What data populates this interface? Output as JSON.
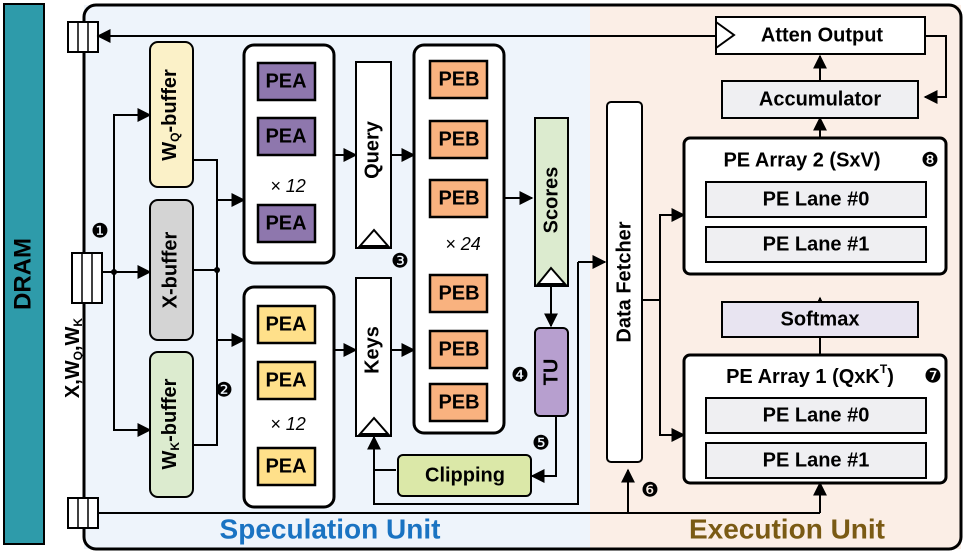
{
  "dram_label": "DRAM",
  "input_label": "X,W Q,W K",
  "input_label_parts": {
    "x": "X,W",
    "q_sub": "Q",
    "sep": ",W",
    "k_sub": "K"
  },
  "speculation_unit": {
    "title": "Speculation Unit",
    "wq_buffer": {
      "base": "W",
      "sub": "Q",
      "suffix": "-buffer"
    },
    "x_buffer": "X-buffer",
    "wk_buffer": {
      "base": "W",
      "sub": "K",
      "suffix": "-buffer"
    },
    "pea_label": "PEA",
    "pea_top_repeat": "× 12",
    "pea_bottom_repeat": "× 12",
    "query": "Query",
    "keys": "Keys",
    "peb_label": "PEB",
    "peb_repeat": "× 24",
    "scores": "Scores",
    "tu": "TU",
    "clipping": "Clipping"
  },
  "execution_unit": {
    "title": "Execution Unit",
    "data_fetcher": "Data Fetcher",
    "atten_output": "Atten Output",
    "accumulator": "Accumulator",
    "pe_array_2": "PE Array 2 (SxV)",
    "pe_array_1": {
      "base": "PE Array 1 (QxK",
      "sup": "T",
      "suffix": ")"
    },
    "lane0": "PE Lane #0",
    "lane1": "PE Lane #1",
    "softmax": "Softmax"
  },
  "step_markers": [
    "❶",
    "❷",
    "❸",
    "❹",
    "❺",
    "❻",
    "❼",
    "❽"
  ],
  "colors": {
    "dram": "#2e9baa",
    "speculation_bg": "#eef4fb",
    "execution_bg": "#fbeee6",
    "speculation_title": "#1a73c2",
    "execution_title": "#7a5a14",
    "wq_buffer": "#fbf1c8",
    "x_buffer": "#d4d4d4",
    "wk_buffer": "#dcebcf",
    "pea_top": "#8e77ad",
    "pea_bottom": "#ffe08a",
    "peb": "#f9b27f",
    "scores": "#dcebcf",
    "tu": "#b79fcf",
    "clipping": "#dbe8a8",
    "light_box": "#efeff2",
    "softmax": "#e8e4f1"
  }
}
